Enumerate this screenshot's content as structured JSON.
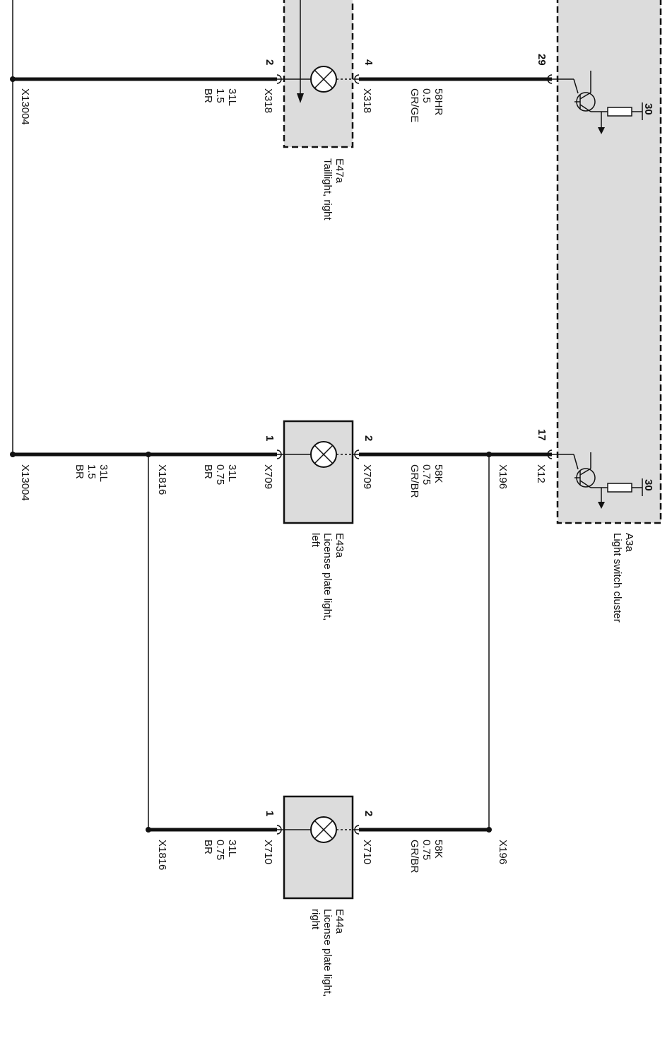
{
  "components": {
    "taillight": {
      "id": "E47a",
      "name": "Taillight, right",
      "pin_left": "2",
      "pin_right": "4"
    },
    "plate_left": {
      "id": "E43a",
      "name_line1": "License plate light,",
      "name_line2": "left",
      "pin_left": "1",
      "pin_right": "2"
    },
    "plate_right": {
      "id": "E44a",
      "name_line1": "License plate light,",
      "name_line2": "right",
      "pin_left": "1",
      "pin_right": "2"
    },
    "switch_cluster": {
      "id": "A3a",
      "name": "Light switch cluster",
      "pin_top": "29",
      "pin_bottom": "17",
      "terminal_top": "30",
      "terminal_bottom": "30"
    }
  },
  "wires": {
    "w1": {
      "connector": "X13004"
    },
    "w2": {
      "connector": "X318",
      "signal": "31L",
      "gauge": "1.5",
      "color": "BR"
    },
    "w3": {
      "connector": "X318",
      "signal": "58HR",
      "gauge": "0.5",
      "color": "GR/GE"
    },
    "w4": {
      "connector": "X13004",
      "signal": "31L",
      "gauge": "1.5",
      "color": "BR"
    },
    "w5": {
      "connector": "X1816",
      "signal": "31L",
      "gauge": "0.75",
      "color": "BR"
    },
    "w6": {
      "connector": "X709"
    },
    "w7": {
      "connector": "X709",
      "signal": "58K",
      "gauge": "0.75",
      "color": "GR/BR"
    },
    "w8": {
      "connector": "X196"
    },
    "w9": {
      "connector": "X12"
    },
    "w10": {
      "connector": "X1816"
    },
    "w11": {
      "connector": "X710",
      "signal": "31L",
      "gauge": "0.75",
      "color": "BR"
    },
    "w12": {
      "connector": "X710",
      "signal": "58K",
      "gauge": "0.75",
      "color": "GR/BR"
    },
    "w13": {
      "connector": "X196"
    }
  }
}
